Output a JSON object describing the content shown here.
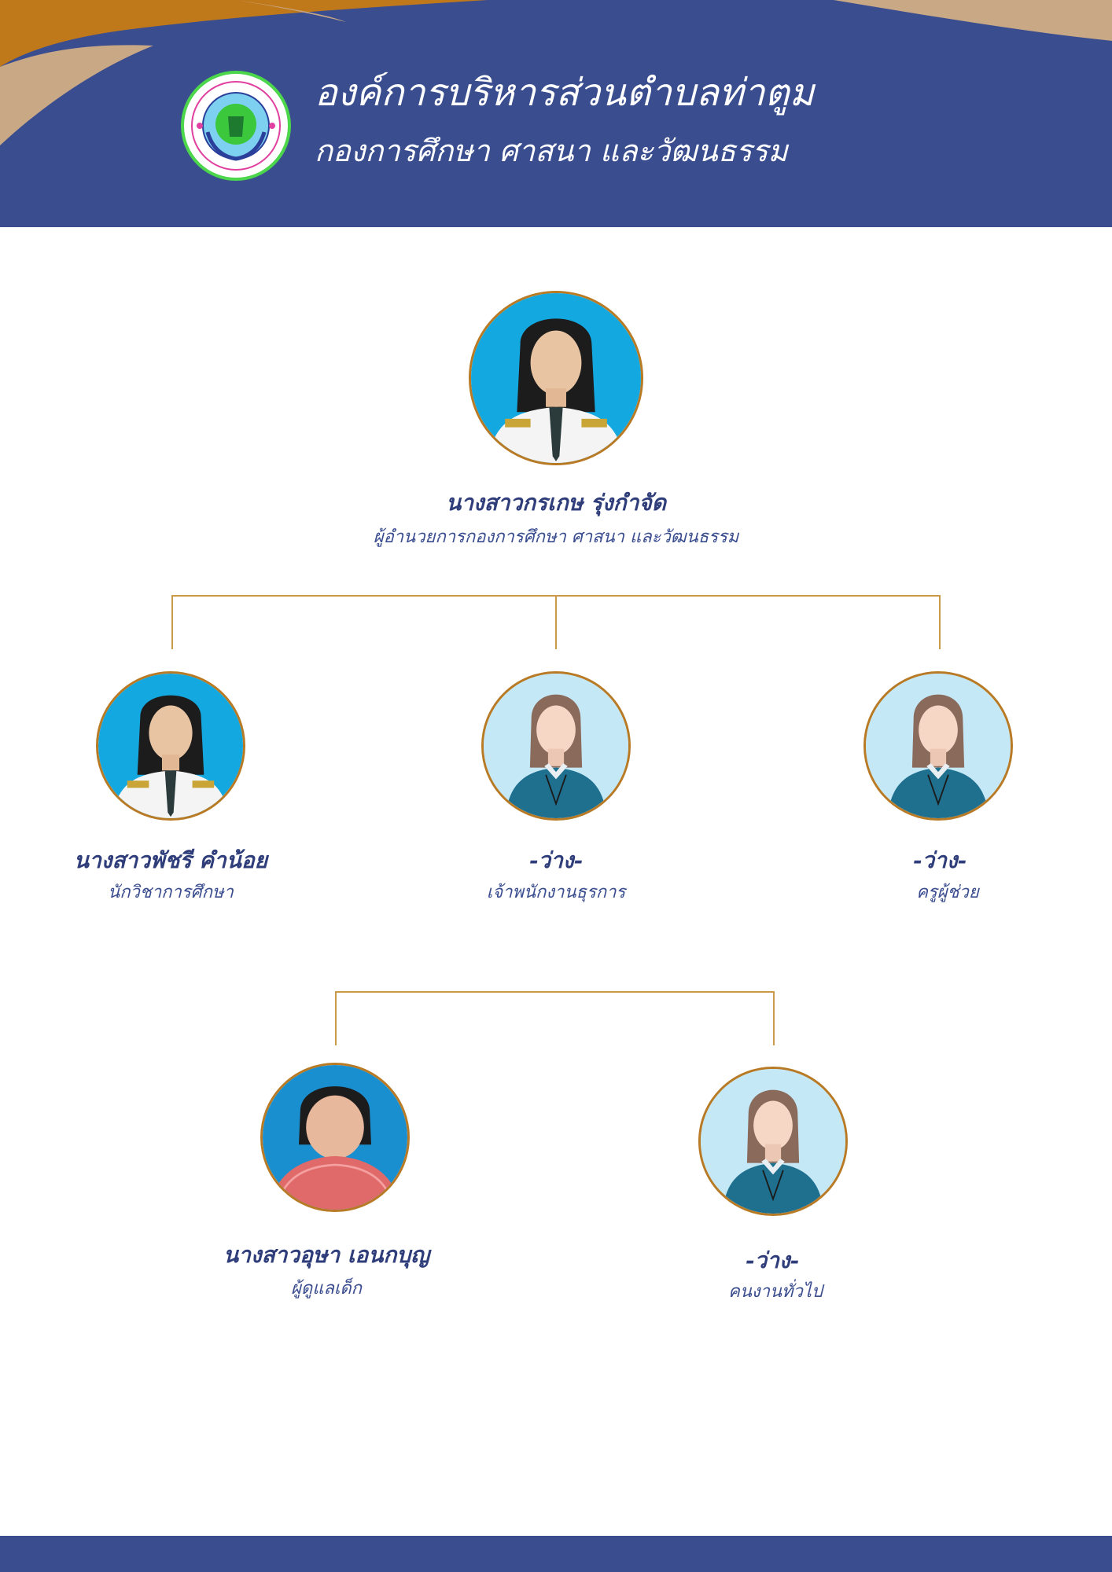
{
  "header": {
    "title": "องค์การบริหารส่วนตำบลท่าตูม",
    "subtitle": "กองการศึกษา ศาสนา และวัฒนธรรม"
  },
  "colors": {
    "navy": "#3a4d8f",
    "gold": "#b87a24",
    "sand": "#c9a886",
    "orange": "#c0791a"
  },
  "org": {
    "director": {
      "name": "นางสาวกรเกษ รุ่งกำจัด",
      "role": "ผู้อำนวยการกองการศึกษา ศาสนา และวัฒนธรรม",
      "photo": "uniform-photo"
    },
    "level2": [
      {
        "name": "นางสาวพัชรี คำน้อย",
        "role": "นักวิชาการศึกษา",
        "photo": "uniform-photo"
      },
      {
        "name": "-ว่าง-",
        "role": "เจ้าพนักงานธุรการ",
        "photo": "avatar-placeholder"
      },
      {
        "name": "-ว่าง-",
        "role": "ครูผู้ช่วย",
        "photo": "avatar-placeholder"
      }
    ],
    "level3": [
      {
        "name": "นางสาวอุษา เอนกบุญ",
        "role": "ผู้ดูแลเด็ก",
        "photo": "casual-photo"
      },
      {
        "name": "-ว่าง-",
        "role": "คนงานทั่วไป",
        "photo": "avatar-placeholder"
      }
    ]
  }
}
